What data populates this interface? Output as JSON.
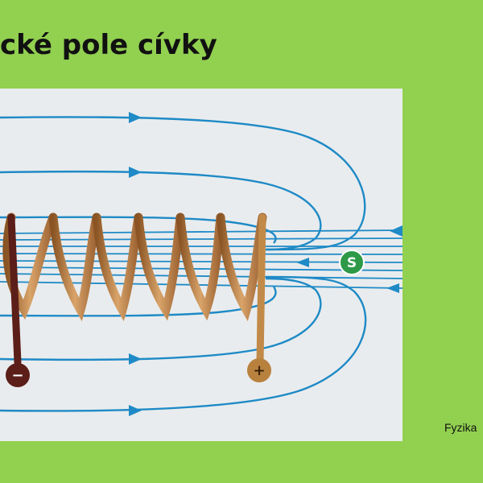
{
  "slide": {
    "title": "cké pole cívky",
    "footer": "Fyzika"
  },
  "diagram": {
    "magnet_pole_label": "S",
    "negative_terminal_label": "−",
    "positive_terminal_label": "+",
    "colors": {
      "background": "#92d050",
      "panel": "#e9ecee",
      "field_line": "#1e8ac6",
      "coil_wire": "#b97a3d",
      "coil_highlight": "#e3b37e",
      "magnet_pole": "#2e9a48",
      "negative_terminal": "#5b1e18",
      "positive_terminal": "#b8813e"
    },
    "icons": [
      "arrow-left-icon",
      "arrow-right-icon"
    ]
  }
}
